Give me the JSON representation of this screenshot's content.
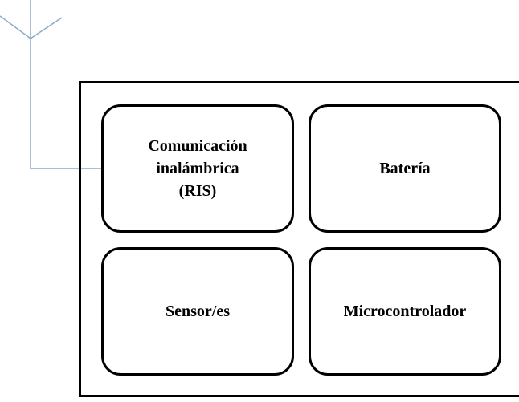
{
  "diagram": {
    "blocks": {
      "communication": {
        "label": "Comunicación\ninalámbrica\n(RIS)"
      },
      "battery": {
        "label": "Batería"
      },
      "sensors": {
        "label": "Sensor/es"
      },
      "microcontroller": {
        "label": "Microcontrolador"
      }
    },
    "colors": {
      "antenna": "#8EA9C8",
      "border": "#000000",
      "background": "#FFFFFF"
    }
  }
}
